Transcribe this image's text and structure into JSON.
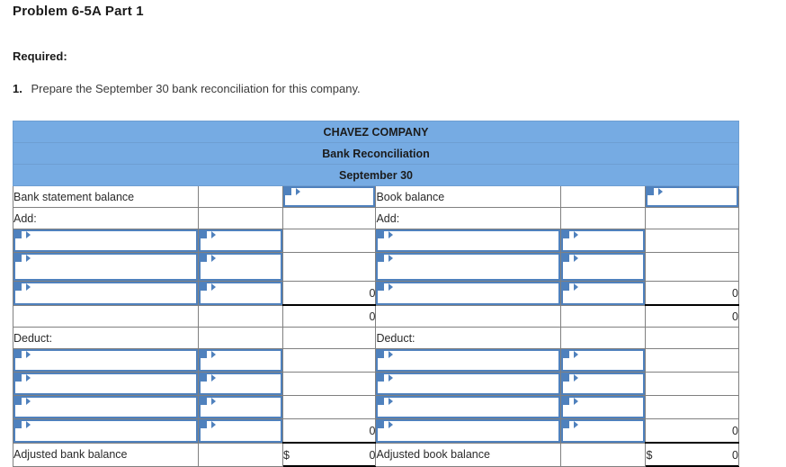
{
  "header": {
    "title": "Problem 6-5A Part 1",
    "required_label": "Required:",
    "question_number": "1.",
    "question_text": "Prepare the September 30 bank reconciliation for this company."
  },
  "colors": {
    "header_blue": "#76abe3",
    "input_border_blue": "#4f81bd",
    "grid_gray": "#808080"
  },
  "table": {
    "company_name": "CHAVEZ COMPANY",
    "statement_title": "Bank Reconciliation",
    "statement_date": "September 30",
    "bank_side": {
      "balance_label": "Bank statement balance",
      "add_label": "Add:",
      "deduct_label": "Deduct:",
      "adjusted_label": "Adjusted bank balance",
      "add_subtotal": "0",
      "add_running_total": "0",
      "deduct_subtotal": "0",
      "adjusted_currency": "$",
      "adjusted_value": "0",
      "balance_value": "",
      "add_items": [
        {
          "description": "",
          "amount": ""
        },
        {
          "description": "",
          "amount": ""
        },
        {
          "description": "",
          "amount": ""
        }
      ],
      "deduct_items": [
        {
          "description": "",
          "amount": ""
        },
        {
          "description": "",
          "amount": ""
        },
        {
          "description": "",
          "amount": ""
        },
        {
          "description": "",
          "amount": ""
        }
      ]
    },
    "book_side": {
      "balance_label": "Book balance",
      "add_label": "Add:",
      "deduct_label": "Deduct:",
      "adjusted_label": "Adjusted book balance",
      "add_subtotal": "0",
      "add_running_total": "0",
      "deduct_subtotal": "0",
      "adjusted_currency": "$",
      "adjusted_value": "0",
      "balance_value": "",
      "add_items": [
        {
          "description": "",
          "amount": ""
        },
        {
          "description": "",
          "amount": ""
        },
        {
          "description": "",
          "amount": ""
        }
      ],
      "deduct_items": [
        {
          "description": "",
          "amount": ""
        },
        {
          "description": "",
          "amount": ""
        },
        {
          "description": "",
          "amount": ""
        },
        {
          "description": "",
          "amount": ""
        }
      ]
    }
  }
}
